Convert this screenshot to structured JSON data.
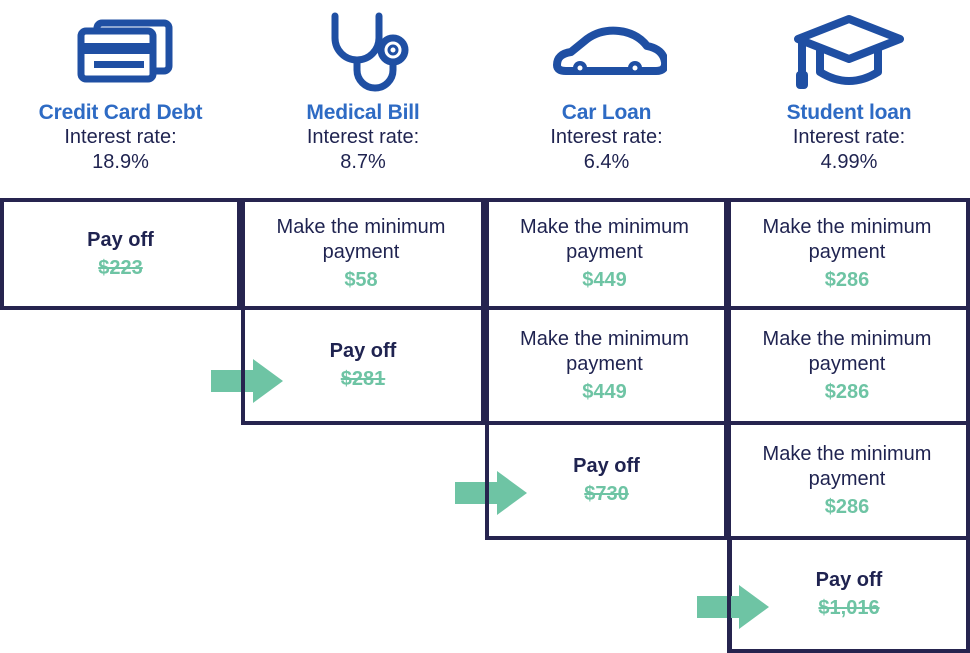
{
  "colors": {
    "title_blue": "#2E6BC4",
    "navy": "#1F2350",
    "grid_navy": "#26244F",
    "amount_green": "#6EC4A4",
    "arrow_green": "#6EC4A4",
    "background": "#FFFFFF"
  },
  "header": {
    "rate_label": "Interest rate:",
    "columns": [
      {
        "icon": "credit-cards-icon",
        "title": "Credit Card Debt",
        "rate": "18.9%"
      },
      {
        "icon": "stethoscope-icon",
        "title": "Medical Bill",
        "rate": "8.7%"
      },
      {
        "icon": "car-icon",
        "title": "Car Loan",
        "rate": "6.4%"
      },
      {
        "icon": "graduation-cap-icon",
        "title": "Student loan",
        "rate": "4.99%"
      }
    ]
  },
  "labels": {
    "pay_off": "Pay off",
    "minimum_payment": "Make the minimum payment"
  },
  "rows": [
    {
      "cells": [
        {
          "action": "Pay off",
          "amount": "$223",
          "mode": "payoff",
          "struck": true,
          "empty": false
        },
        {
          "action": "Make the minimum payment",
          "amount": "$58",
          "mode": "minimum",
          "struck": false,
          "empty": false
        },
        {
          "action": "Make the minimum payment",
          "amount": "$449",
          "mode": "minimum",
          "struck": false,
          "empty": false
        },
        {
          "action": "Make the minimum payment",
          "amount": "$286",
          "mode": "minimum",
          "struck": false,
          "empty": false
        }
      ]
    },
    {
      "cells": [
        {
          "action": "",
          "amount": "",
          "mode": "empty",
          "struck": false,
          "empty": true
        },
        {
          "action": "Pay off",
          "amount": "$281",
          "mode": "payoff",
          "struck": true,
          "empty": false
        },
        {
          "action": "Make the minimum payment",
          "amount": "$449",
          "mode": "minimum",
          "struck": false,
          "empty": false
        },
        {
          "action": "Make the minimum payment",
          "amount": "$286",
          "mode": "minimum",
          "struck": false,
          "empty": false
        }
      ]
    },
    {
      "cells": [
        {
          "action": "",
          "amount": "",
          "mode": "empty",
          "struck": false,
          "empty": true
        },
        {
          "action": "",
          "amount": "",
          "mode": "empty",
          "struck": false,
          "empty": true
        },
        {
          "action": "Pay off",
          "amount": "$730",
          "mode": "payoff",
          "struck": true,
          "empty": false
        },
        {
          "action": "Make the minimum payment",
          "amount": "$286",
          "mode": "minimum",
          "struck": false,
          "empty": false
        }
      ]
    },
    {
      "cells": [
        {
          "action": "",
          "amount": "",
          "mode": "empty",
          "struck": false,
          "empty": true
        },
        {
          "action": "",
          "amount": "",
          "mode": "empty",
          "struck": false,
          "empty": true
        },
        {
          "action": "",
          "amount": "",
          "mode": "empty",
          "struck": false,
          "empty": true
        },
        {
          "action": "Pay off",
          "amount": "$1,016",
          "mode": "payoff",
          "struck": true,
          "empty": false
        }
      ]
    }
  ],
  "arrows": [
    {
      "name": "arrow-to-medical-bill"
    },
    {
      "name": "arrow-to-car-loan"
    },
    {
      "name": "arrow-to-student-loan"
    }
  ]
}
